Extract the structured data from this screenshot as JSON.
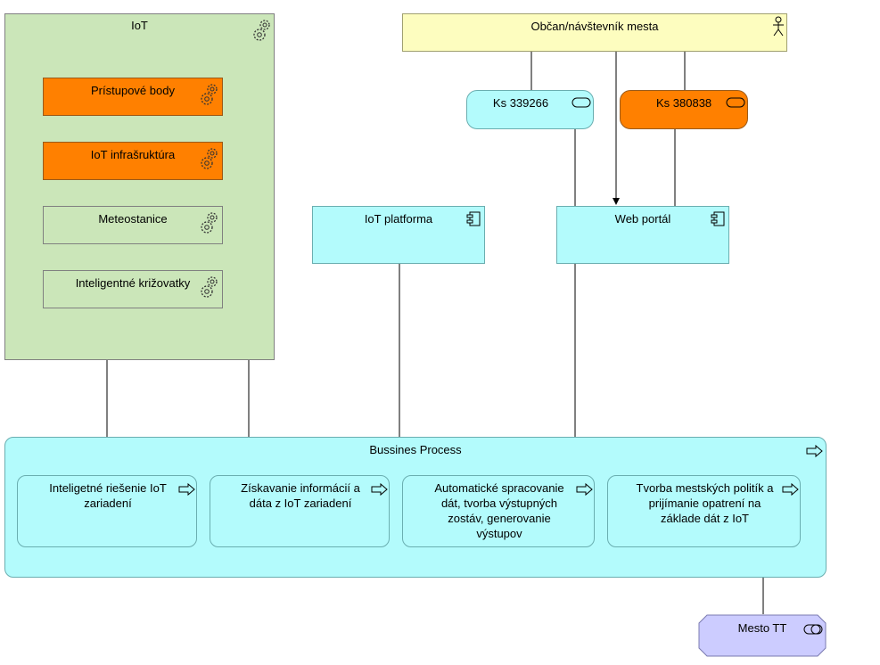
{
  "colors": {
    "iot_group": "#cbe6b9",
    "orange": "#ff8000",
    "cyan": "#b3fbfc",
    "yellow": "#fdfdbf",
    "lavender": "#ccccff",
    "line": "#000000"
  },
  "icons": {
    "function": "gears-icon",
    "actor": "actor-icon",
    "service": "service-icon",
    "component": "component-icon",
    "process": "process-arrow-icon",
    "interface": "interface-icon"
  },
  "iot_group": {
    "title": "IoT",
    "items": [
      {
        "label": "Prístupové body",
        "highlighted": true
      },
      {
        "label": "IoT infrašruktúra",
        "highlighted": true
      },
      {
        "label": "Meteostanice",
        "highlighted": false
      },
      {
        "label": "Inteligentné križovatky",
        "highlighted": false
      }
    ]
  },
  "actor": {
    "label": "Občan/návštevník mesta"
  },
  "services": [
    {
      "label": "Ks 339266"
    },
    {
      "label": "Ks  380838"
    }
  ],
  "components": [
    {
      "label": "IoT platforma"
    },
    {
      "label": "Web portál"
    }
  ],
  "business_process": {
    "title": "Bussines Process",
    "steps": [
      {
        "line1": "Inteligetné riešenie IoT",
        "line2": "zariadení",
        "line3": "",
        "line4": ""
      },
      {
        "line1": "Získavanie informácií a",
        "line2": "dáta z IoT zariadení",
        "line3": "",
        "line4": ""
      },
      {
        "line1": "Automatické spracovanie",
        "line2": "dát, tvorba výstupných",
        "line3": "zostáv, generovanie",
        "line4": "výstupov"
      },
      {
        "line1": "Tvorba mestských politík a",
        "line2": "prijímanie opatrení na",
        "line3": "základe dát z IoT",
        "line4": ""
      }
    ]
  },
  "interface": {
    "label": "Mesto TT"
  }
}
